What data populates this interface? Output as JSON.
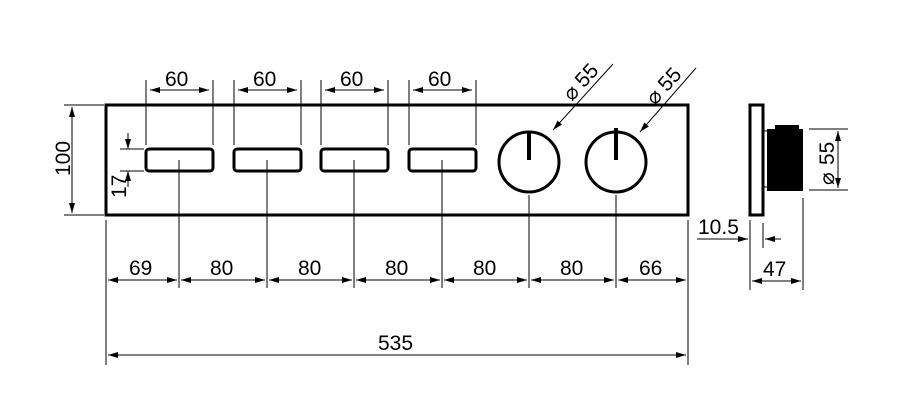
{
  "drawing": {
    "button_widths": [
      "60",
      "60",
      "60",
      "60"
    ],
    "knob_diameters": [
      "55",
      "55"
    ],
    "diameter_symbol": "⌀",
    "height": "100",
    "button_height": "17",
    "spacings": [
      "69",
      "80",
      "80",
      "80",
      "80",
      "80",
      "66"
    ],
    "total_width": "535",
    "side_plate_thickness": "10.5",
    "side_depth": "47",
    "side_knob_diameter": "55"
  }
}
